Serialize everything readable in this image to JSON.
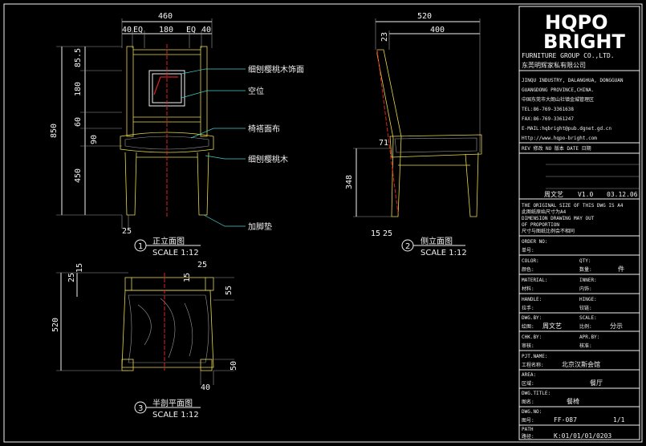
{
  "front_view": {
    "dims_top": {
      "total": "460",
      "a": "40",
      "b": "EQ",
      "c": "180",
      "d": "EQ",
      "e": "40"
    },
    "dims_left": {
      "total": "850",
      "h1": "85.5",
      "h2": "180",
      "h3": "60",
      "h4": "90",
      "h5": "450"
    },
    "dim_bottom": "25",
    "labels": {
      "carved_panel": "细刨樱桃木饰面",
      "hollow": "空位",
      "fabric": "椅褡面布",
      "cherry_wood": "细刨樱桃木",
      "foot_pad": "加脚垫"
    },
    "title": {
      "num": "1",
      "name": "正立面图",
      "scale": "SCALE 1:12"
    }
  },
  "side_view": {
    "dims_top": {
      "total": "520",
      "inner": "400",
      "left": "23"
    },
    "dims_left": {
      "h1": "348",
      "h2": "71"
    },
    "dims_bottom": {
      "a": "15",
      "b": "25"
    },
    "title": {
      "num": "2",
      "name": "侧立面图",
      "scale": "SCALE 1:12"
    }
  },
  "plan_view": {
    "dims": {
      "d25": "25",
      "d15a": "15",
      "d25b": "25",
      "d15b": "15",
      "d55": "55",
      "d520": "520",
      "d50": "50",
      "d40": "40"
    },
    "title": {
      "num": "3",
      "name": "半剖平面图",
      "scale": "SCALE 1:12"
    }
  },
  "title_block": {
    "logo_top": "HQPO",
    "logo_bottom": "BRIGHT",
    "company_en": "FURNITURE GROUP CO.,LTD.",
    "company_cn": "东莞明辉家私有限公司",
    "address1": "JINQU INDUSTRY, DALANGHUA, DONGGUAN",
    "address2": "GUANGDONG PROVINCE,CHINA.",
    "address3": "中国东莞市大朗山社镇金城管理区",
    "tel": "TEL:86-769-3361638",
    "fax": "FAX:86-769-3361247",
    "email": "E-MAIL:hqbright@pub.dgnet.gd.cn",
    "web": "Http://www.hqpo-bright.com",
    "rev_header": "REV 修改  NO 版本  DATE 日期",
    "rev_row": {
      "by": "周文艺",
      "no": "V1.0",
      "date": "03.12.06"
    },
    "note1": "THE ORIGINAL SIZE OF THIS DWG IS A4",
    "note2": "此图纸原始尺寸为A4",
    "note3": "DIMENSION DRAWING MAY OUT",
    "note4": "OF PROPORTION",
    "note5": "尺寸与图纸比例会不相同",
    "order_no": "ORDER NO:",
    "order_no_cn": "单号:",
    "color": "COLOR:",
    "qty": "QTY:",
    "color_cn": "颜色:",
    "qty_cn": "数量:",
    "qty_unit": "件",
    "material": "MATERIAL:",
    "inner": "INNER:",
    "material_cn": "材料:",
    "inner_cn": "内饰:",
    "handle": "HANDLE:",
    "hinge": "HINGE:",
    "handle_cn": "拉手:",
    "hinge_cn": "铰链:",
    "dwg_by": "DWG.BY:",
    "scale": "SCALE:",
    "dwg_by_cn": "绘图:",
    "dwg_by_val": "周文艺",
    "scale_cn": "比例:",
    "scale_val": "分示",
    "chk_by": "CHK.BY:",
    "apr_by": "APR.BY:",
    "chk_by_cn": "审核:",
    "apr_by_cn": "核准:",
    "pjt_name": "PJT.NAME:",
    "pjt_name_cn": "工程名称:",
    "pjt_name_val": "北京汉斯会馆",
    "area": "AREA:",
    "area_cn": "区域:",
    "area_val": "餐厅",
    "dwg_title": "DWG.TITLE:",
    "dwg_title_cn": "图名:",
    "dwg_title_val": "餐椅",
    "dwg_no": "DWG.NO:",
    "dwg_no_cn": "图号:",
    "dwg_no_val": "FF-087",
    "sheet": "1/1",
    "path": "PATH",
    "path_cn": "路径:",
    "path_val": "K:01/01/01/0203"
  }
}
